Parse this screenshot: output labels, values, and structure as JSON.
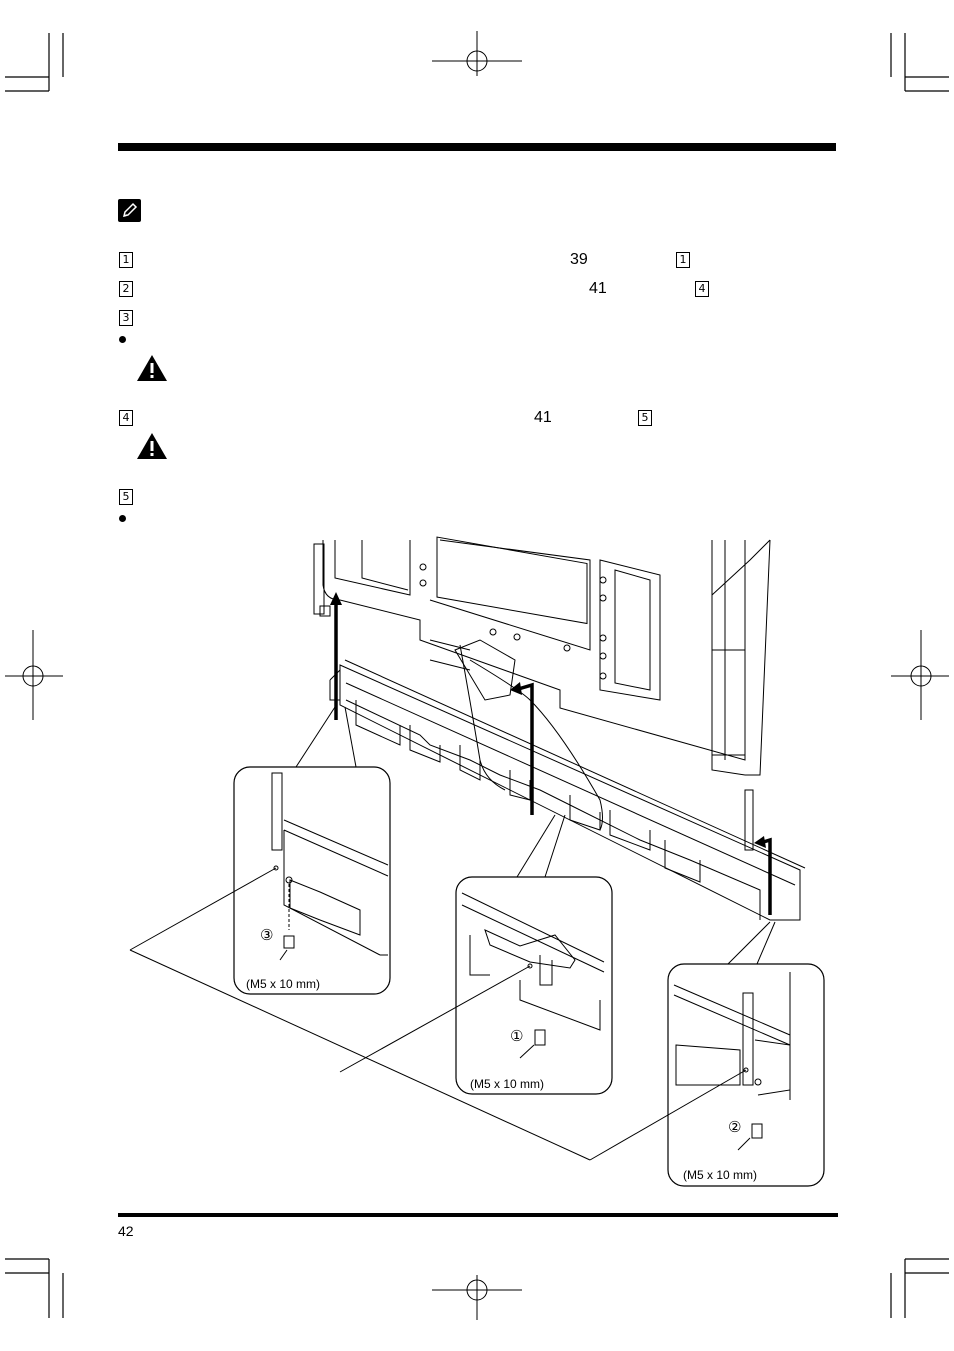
{
  "page": {
    "number": "42"
  },
  "steps": [
    {
      "num": "1",
      "ref_page": "39",
      "ref_step": "1"
    },
    {
      "num": "2",
      "ref_page": "41",
      "ref_step": "4"
    },
    {
      "num": "3"
    },
    {
      "num": "4",
      "ref_page": "41",
      "ref_step": "5"
    },
    {
      "num": "5"
    }
  ],
  "figure": {
    "callouts": [
      {
        "circled": "③",
        "screw": "(M5 x 10 mm)"
      },
      {
        "circled": "①",
        "screw": "(M5 x 10 mm)"
      },
      {
        "circled": "②",
        "screw": "(M5 x 10 mm)"
      }
    ]
  },
  "icons": {
    "note": "pencil-note-icon",
    "caution": "warning-triangle-icon"
  }
}
